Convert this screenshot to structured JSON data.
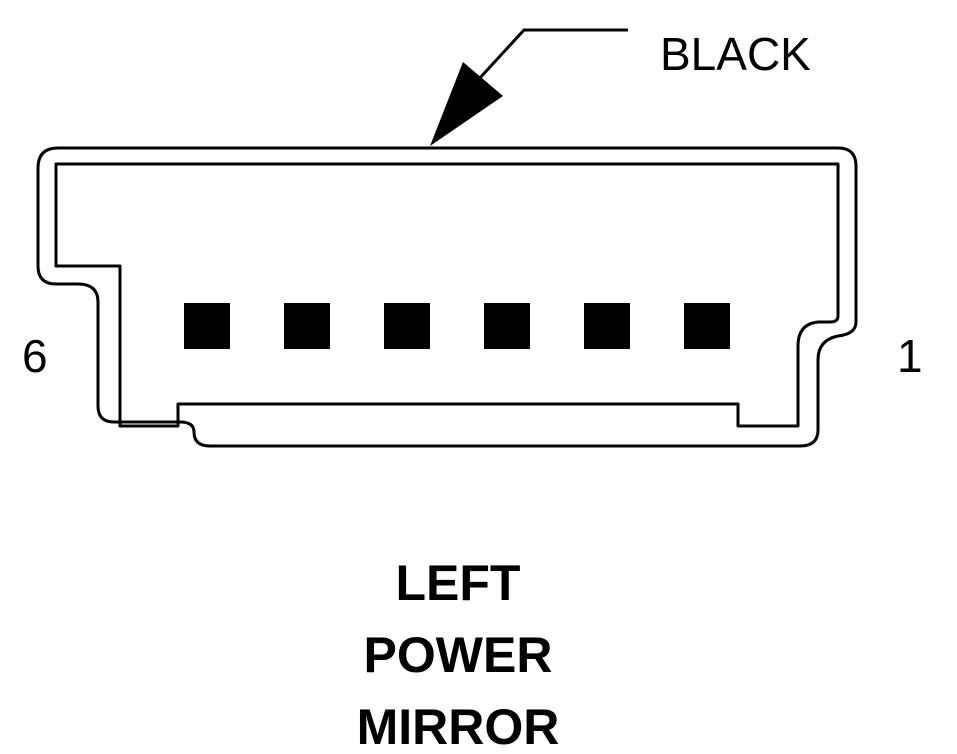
{
  "connector": {
    "color_label": "BLACK",
    "pin_left_label": "6",
    "pin_right_label": "1",
    "pin_count": 6
  },
  "title": {
    "lines": [
      "LEFT",
      "POWER",
      "MIRROR"
    ]
  },
  "colors": {
    "ink": "#000000",
    "background": "#ffffff"
  }
}
